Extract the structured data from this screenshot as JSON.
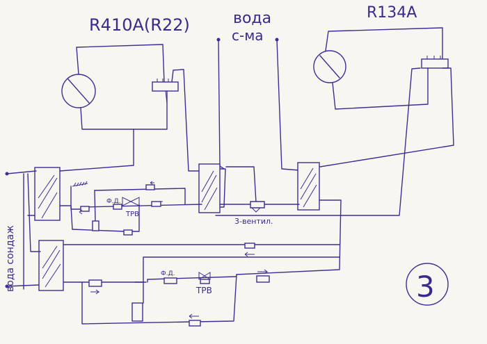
{
  "labels": {
    "r410a": "R410A(R22)",
    "water_top_1": "вода",
    "water_top_2": "с-ма",
    "r134a": "R134A",
    "water_left": "вода сондаж",
    "fd_upper": "Ф.Д.",
    "trv_upper": "ТРВ",
    "three_way": "3-вентил.",
    "fd_lower": "Ф.Д.",
    "trv_lower": "ТРВ",
    "number": "3"
  },
  "colors": {
    "ink": "#3f2d94",
    "paper": "#f7f6f1"
  }
}
